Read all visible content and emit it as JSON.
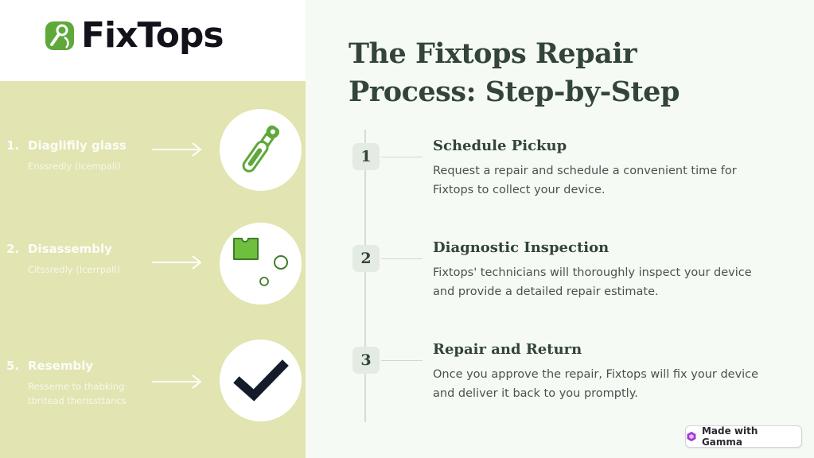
{
  "brand": {
    "name": "FixTops",
    "logo_icon": "wrench-leaf-logo-icon",
    "color": "#5fa83a"
  },
  "left_steps": [
    {
      "number": "1.",
      "title": "Diaglifily glass",
      "subtitle": "Enssredly (Icempali)",
      "icon": "screwdriver-icon"
    },
    {
      "number": "2.",
      "title": "Disassembly",
      "subtitle": "Citssredly (Icerrpall)",
      "icon": "parts-icon"
    },
    {
      "number": "5.",
      "title": "Resembly",
      "subtitle": "Resseme to thabking tbritead therissttancs",
      "icon": "checkmark-icon"
    }
  ],
  "heading": {
    "line1": "The Fixtops Repair",
    "line2": "Process: Step-by-Step"
  },
  "steps": [
    {
      "number": "1",
      "title": "Schedule Pickup",
      "description": "Request a repair and schedule a convenient time for Fixtops to collect your device."
    },
    {
      "number": "2",
      "title": "Diagnostic Inspection",
      "description": "Fixtops' technicians will thoroughly inspect your device and provide a detailed repair estimate."
    },
    {
      "number": "3",
      "title": "Repair and Return",
      "description": "Once you approve the repair, Fixtops will fix your device and deliver it back to you promptly."
    }
  ],
  "badge": {
    "label": "Made with Gamma",
    "icon": "gamma-logo-icon"
  },
  "colors": {
    "left_panel": "#e2e4b1",
    "accent_green": "#5fa83a",
    "heading": "#33443a",
    "background": "#f6faf4"
  }
}
